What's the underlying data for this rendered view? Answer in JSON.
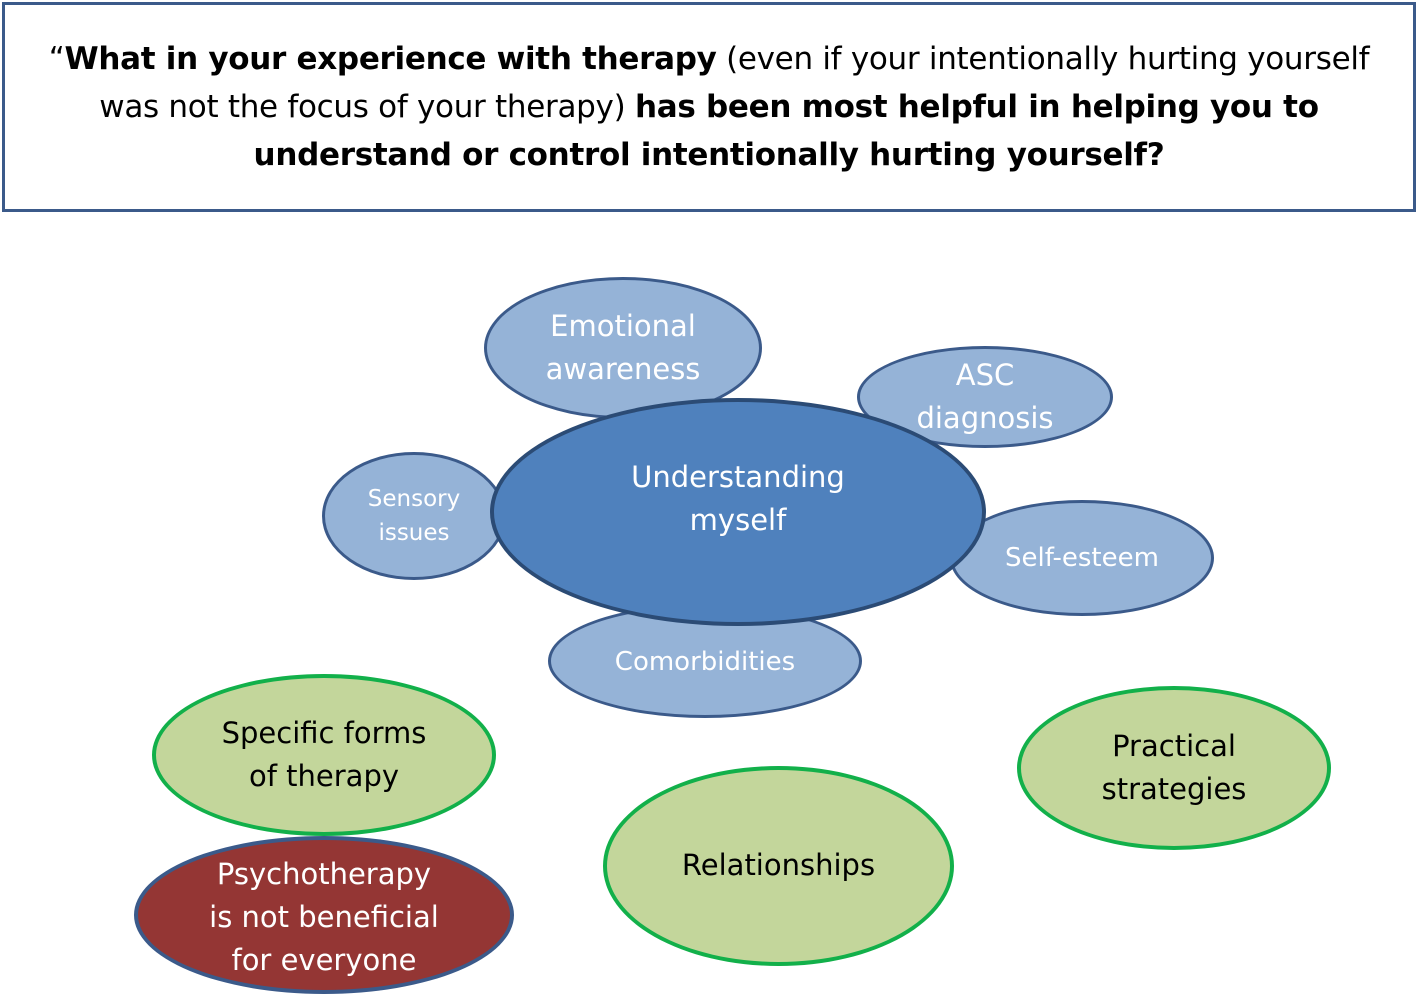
{
  "question": {
    "open_quote": "“",
    "part1_bold": "What in your experience with therapy",
    "part2_regular": " (even if your intentionally hurting yourself was not the focus of your therapy) ",
    "part3_bold": "has been most helpful in helping you to understand or control intentionally hurting yourself?"
  },
  "themes": {
    "emotional_awareness": "Emotional\nawareness",
    "asc_diagnosis": "ASC\ndiagnosis",
    "sensory_issues": "Sensory\nissues",
    "understanding_myself": "Understanding\nmyself",
    "self_esteem": "Self-esteem",
    "comorbidities": "Comorbidities",
    "specific_forms": "Specific forms\nof therapy",
    "practical_strategies": "Practical\nstrategies",
    "relationships": "Relationships",
    "psychotherapy": "Psychotherapy\nis not beneficial\nfor everyone"
  },
  "colors": {
    "light_blue_fill": "#95b3d7",
    "dark_blue_fill": "#4f81bd",
    "blue_outline": "#3b5a8a",
    "green_fill": "#c3d69b",
    "green_outline": "#12b04a",
    "red_fill": "#943634"
  }
}
